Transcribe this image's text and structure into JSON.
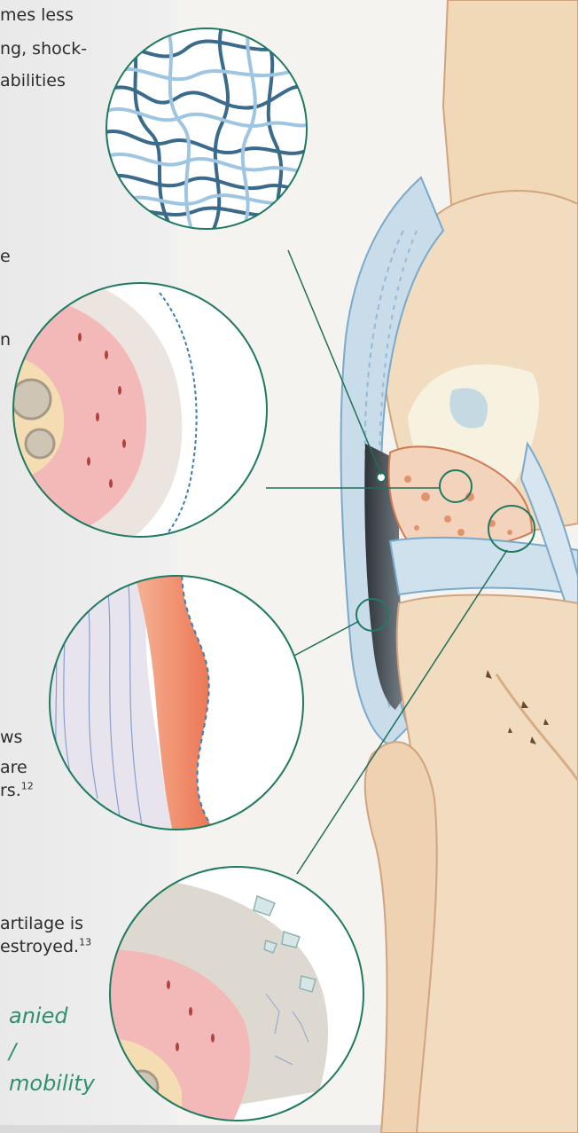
{
  "text_blocks": {
    "intro": [
      "mes less",
      "ng, shock-",
      "abilities"
    ],
    "fragment_e": "e",
    "fragment_n": "n",
    "block_12": [
      "ws",
      "are",
      "rs."
    ],
    "ref_12": "12",
    "block_13": [
      "artilage is",
      "estroyed."
    ],
    "ref_13": "13"
  },
  "tagline": [
    "anied",
    "/",
    "mobility"
  ],
  "colors": {
    "callout_line": "#1f6f58",
    "circle_border": "#1f7a60",
    "tagline": "#2f8f6f",
    "bone": "#f2dcc0",
    "cartilage_pink": "#f3b9b8",
    "synovium_orange": "#e8704a",
    "collagen_blue": "#5b9cc4"
  },
  "diagram": {
    "subject": "knee-joint-illustration",
    "magnified_views": [
      "collagen-fiber-network",
      "healthy-cartilage",
      "synovial-membrane",
      "damaged-cartilage"
    ]
  }
}
